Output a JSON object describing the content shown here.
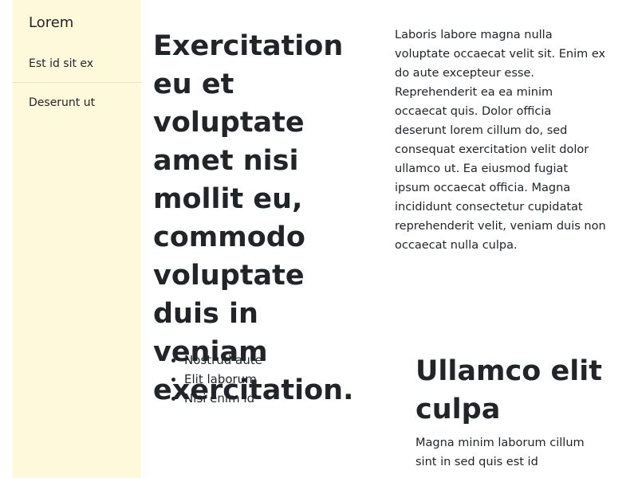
{
  "sidebar": {
    "brand": "Lorem",
    "items": [
      {
        "label": "Est id sit ex"
      },
      {
        "label": "Deserunt ut"
      }
    ]
  },
  "main": {
    "heading": "Exercitation eu et voluptate amet nisi mollit eu, commodo voluptate duis in veniam exercitation.",
    "intro": "Laboris labore magna nulla voluptate occaecat velit sit. Enim ex do aute excepteur esse. Reprehenderit ea ea minim occaecat quis. Dolor officia deserunt lorem cillum do, sed consequat exercitation velit dolor ullamco ut. Ea eiusmod fugiat ipsum occaecat officia. Magna incididunt consectetur cupidatat reprehenderit velit, veniam duis non occaecat nulla culpa.",
    "list": [
      "Nostrud aute",
      "Elit laborum",
      "Nisi enim id"
    ],
    "subheading": "Ullamco elit culpa",
    "subtext": "Magna minim laborum cillum sint in sed quis est id"
  },
  "colors": {
    "sidebar_bg": "#fff9db",
    "text": "#212529",
    "divider": "#dee2e6"
  }
}
